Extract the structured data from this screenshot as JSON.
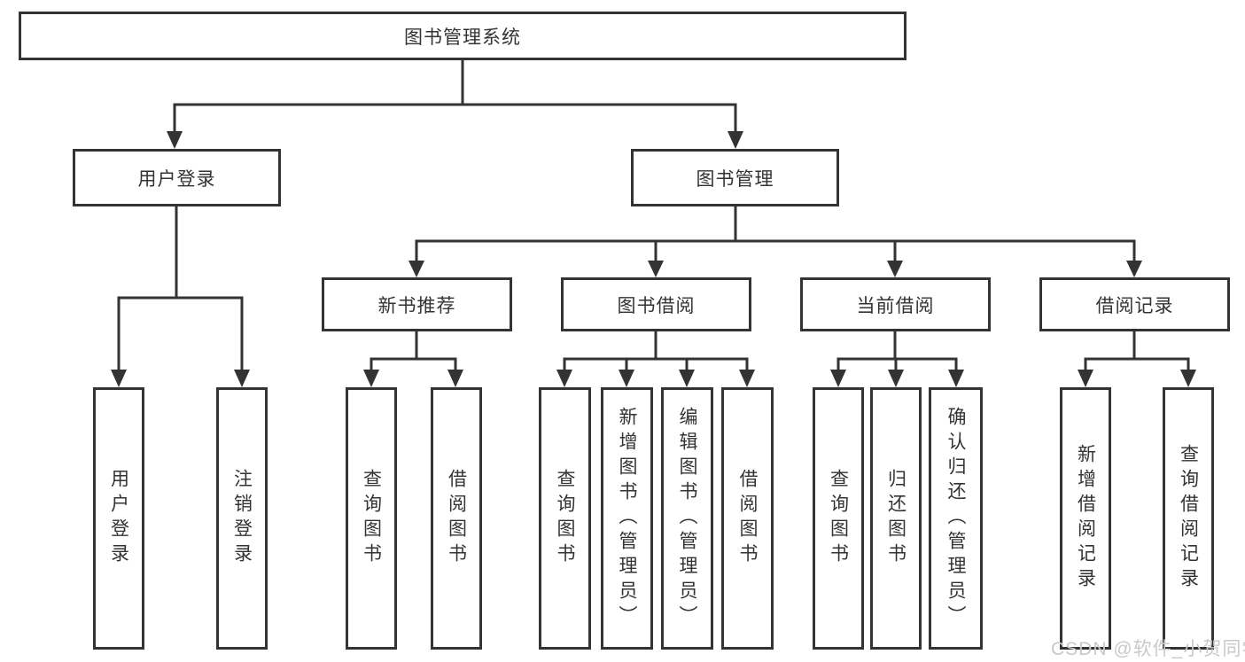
{
  "diagram": {
    "root": "图书管理系统",
    "branches": {
      "user_login": {
        "label": "用户登录",
        "leaves": [
          "用户登录",
          "注销登录"
        ]
      },
      "book_management": {
        "label": "图书管理",
        "groups": [
          {
            "label": "新书推荐",
            "leaves": [
              "查询图书",
              "借阅图书"
            ]
          },
          {
            "label": "图书借阅",
            "leaves": [
              "查询图书",
              "新增图书（管理员）",
              "编辑图书（管理员）",
              "借阅图书"
            ]
          },
          {
            "label": "当前借阅",
            "leaves": [
              "查询图书",
              "归还图书",
              "确认归还（管理员）"
            ]
          },
          {
            "label": "借阅记录",
            "leaves": [
              "新增借阅记录",
              "查询借阅记录"
            ]
          }
        ]
      }
    }
  },
  "watermark": "CSDN @软件_小贺同学",
  "colors": {
    "line": "#333333",
    "box_border": "#333333",
    "box_fill": "#ffffff",
    "text": "#333333",
    "watermark": "#c9c9c9",
    "background": "#ffffff"
  }
}
